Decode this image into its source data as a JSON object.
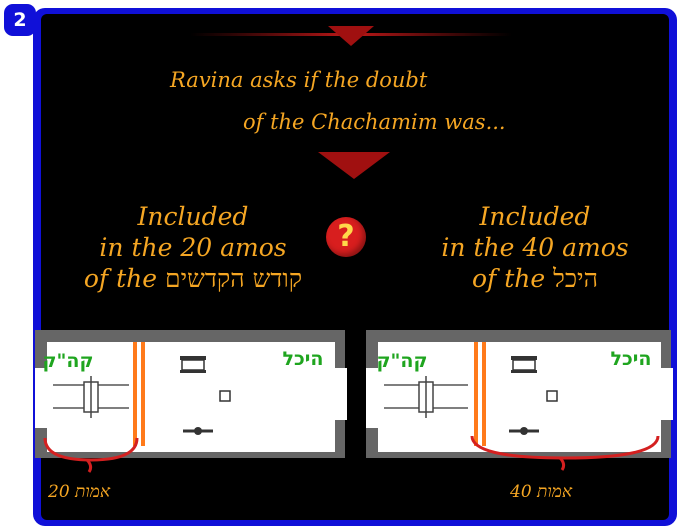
{
  "slide": {
    "number": "2",
    "intro_line1": "Ravina asks if the doubt",
    "intro_line2": "of the Chachamim was...",
    "question_mark": "?"
  },
  "options": [
    {
      "line1": "Included",
      "line2": "in the 20 amos",
      "line3_prefix": "of the",
      "line3_hebrew": "קודש הקדשים",
      "kodesh_label": "קה\"ק",
      "heichal_label": "היכל",
      "measure_label": "20 אמות"
    },
    {
      "line1": "Included",
      "line2": "in the 40 amos",
      "line3_prefix": "of the",
      "line3_hebrew": "היכל",
      "kodesh_label": "קה\"ק",
      "heichal_label": "היכל",
      "measure_label": "40 אמות"
    }
  ],
  "colors": {
    "frame": "#1010d8",
    "text_accent": "#f5a623",
    "ornament": "#a01010",
    "curtain": "#ff7a1a",
    "label_green": "#1fa51f",
    "measure_red": "#d42020"
  }
}
